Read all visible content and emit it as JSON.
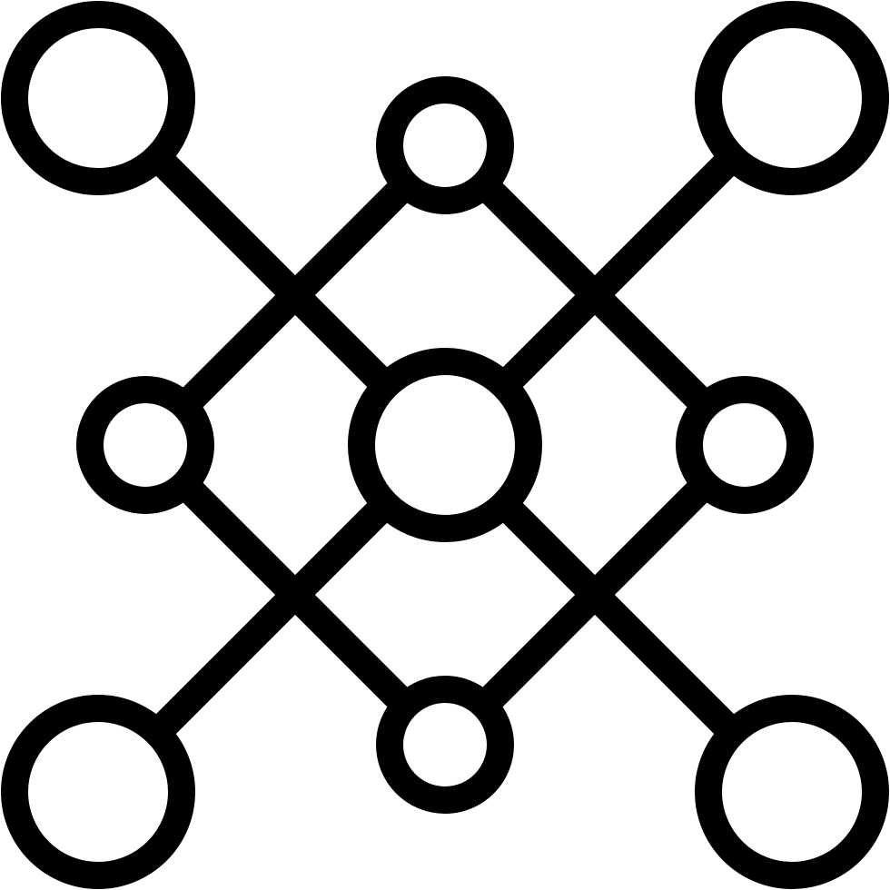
{
  "icon": {
    "name": "network-graph-icon",
    "stroke_color": "#000000",
    "background_color": "#ffffff"
  },
  "nodes": [
    {
      "id": "corner-top-left",
      "kind": "corner"
    },
    {
      "id": "corner-top-right",
      "kind": "corner"
    },
    {
      "id": "corner-bottom-left",
      "kind": "corner"
    },
    {
      "id": "corner-bottom-right",
      "kind": "corner"
    },
    {
      "id": "mid-top",
      "kind": "mid"
    },
    {
      "id": "mid-left",
      "kind": "mid"
    },
    {
      "id": "mid-right",
      "kind": "mid"
    },
    {
      "id": "mid-bottom",
      "kind": "mid"
    },
    {
      "id": "center",
      "kind": "center"
    }
  ],
  "edges": [
    {
      "from": "corner-top-left",
      "to": "center"
    },
    {
      "from": "corner-top-right",
      "to": "center"
    },
    {
      "from": "corner-bottom-left",
      "to": "center"
    },
    {
      "from": "corner-bottom-right",
      "to": "center"
    },
    {
      "from": "mid-top",
      "to": "mid-left"
    },
    {
      "from": "mid-top",
      "to": "mid-right"
    },
    {
      "from": "mid-bottom",
      "to": "mid-left"
    },
    {
      "from": "mid-bottom",
      "to": "mid-right"
    }
  ]
}
